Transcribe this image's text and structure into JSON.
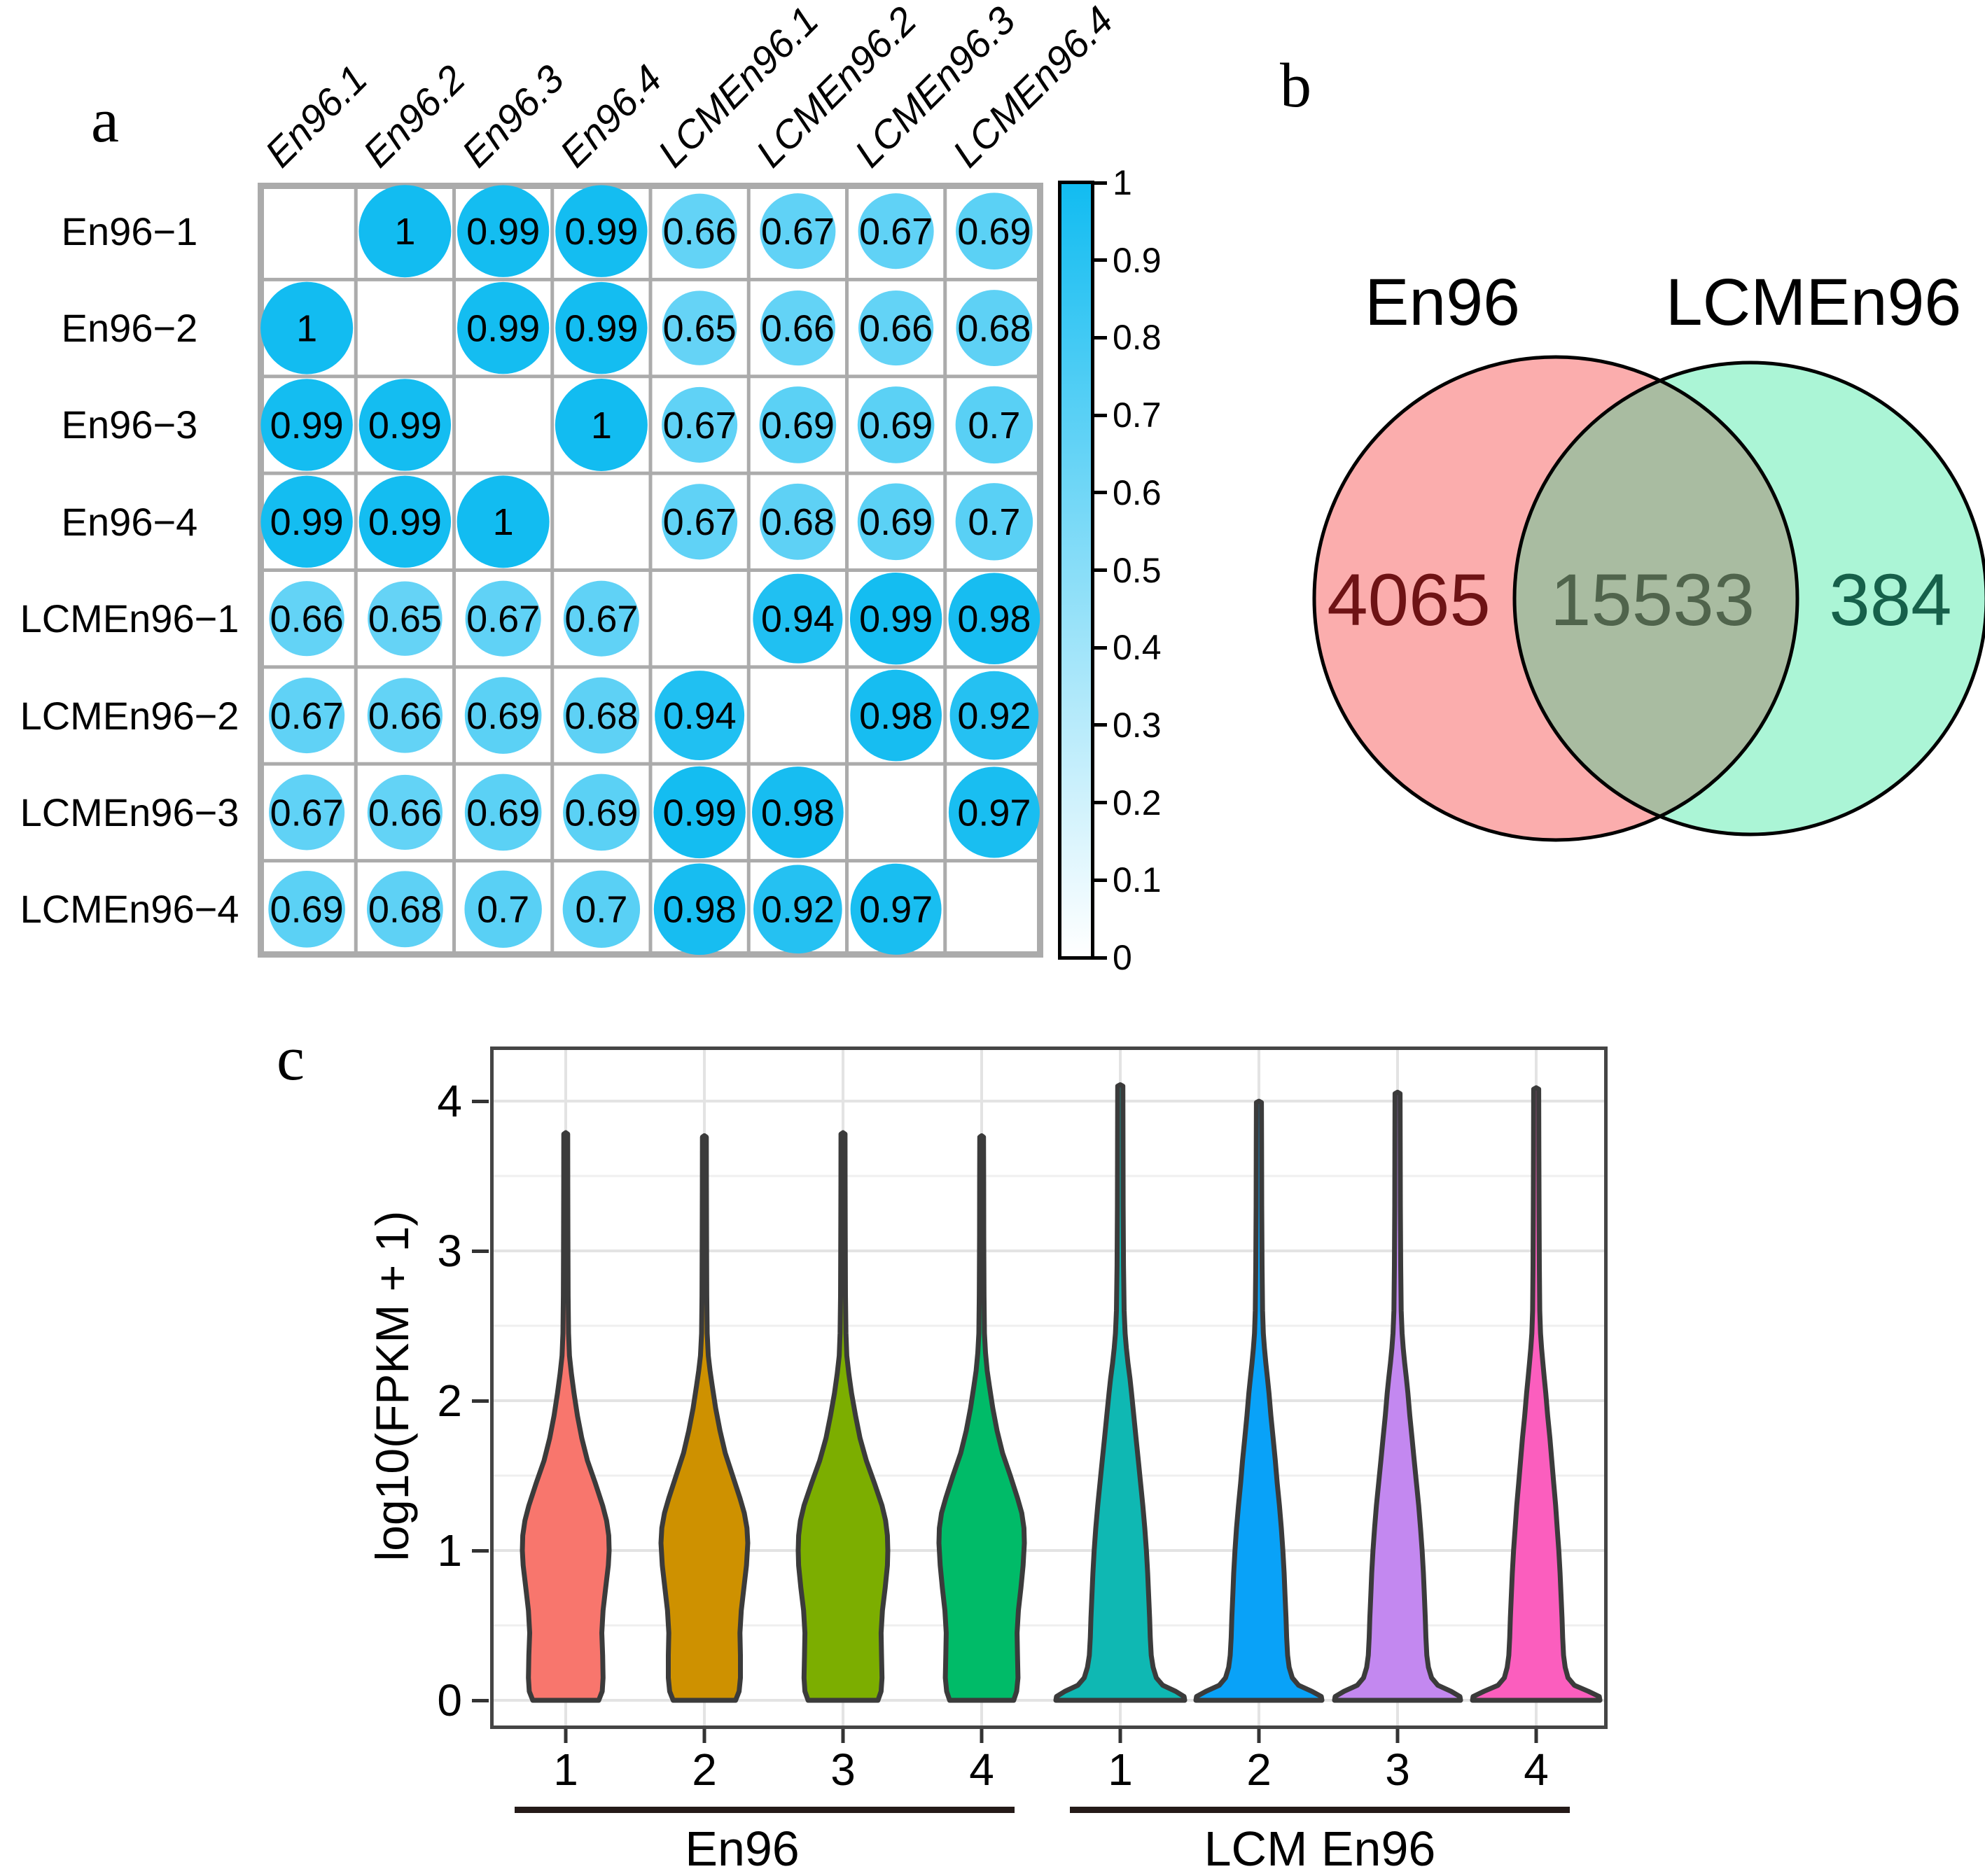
{
  "panel_letters": {
    "a": "a",
    "b": "b",
    "c": "c"
  },
  "chart_data": [
    {
      "type": "heatmap",
      "subtype": "correlation-bubble-matrix",
      "rows": [
        "En96−1",
        "En96−2",
        "En96−3",
        "En96−4",
        "LCMEn96−1",
        "LCMEn96−2",
        "LCMEn96−3",
        "LCMEn96−4"
      ],
      "categories": [
        "En96.1",
        "En96.2",
        "En96.3",
        "En96.4",
        "LCMEn96.1",
        "LCMEn96.2",
        "LCMEn96.3",
        "LCMEn96.4"
      ],
      "matrix": [
        [
          null,
          1,
          0.99,
          0.99,
          0.66,
          0.67,
          0.67,
          0.69
        ],
        [
          1,
          null,
          0.99,
          0.99,
          0.65,
          0.66,
          0.66,
          0.68
        ],
        [
          0.99,
          0.99,
          null,
          1,
          0.67,
          0.69,
          0.69,
          0.7
        ],
        [
          0.99,
          0.99,
          1,
          null,
          0.67,
          0.68,
          0.69,
          0.7
        ],
        [
          0.66,
          0.65,
          0.67,
          0.67,
          null,
          0.94,
          0.99,
          0.98
        ],
        [
          0.67,
          0.66,
          0.69,
          0.68,
          0.94,
          null,
          0.98,
          0.92
        ],
        [
          0.67,
          0.66,
          0.69,
          0.69,
          0.99,
          0.98,
          null,
          0.97
        ],
        [
          0.69,
          0.68,
          0.7,
          0.7,
          0.98,
          0.92,
          0.97,
          null
        ]
      ],
      "colorbar": {
        "ticks": [
          "1",
          "0.9",
          "0.8",
          "0.7",
          "0.6",
          "0.5",
          "0.4",
          "0.3",
          "0.2",
          "0.1",
          "0"
        ],
        "top_color": "#12BCF1",
        "bottom_color": "#FFFFFF"
      },
      "grid_color": "#ABABAB",
      "circle_high_color": "#12BCF1",
      "value_range": [
        0,
        1
      ]
    },
    {
      "type": "venn",
      "sets": [
        {
          "label": "En96",
          "value": "4065",
          "fill": "#FBADAD",
          "value_color": "#6E1315"
        },
        {
          "label": "LCMEn96",
          "value": "384",
          "fill": "#ABF5D6",
          "value_color": "#16604A"
        }
      ],
      "intersection": {
        "value": "15533",
        "fill": "#A9BCA1",
        "value_color": "#50644C"
      },
      "outline_color": "#000000"
    },
    {
      "type": "violin",
      "ylabel": "log10(FPKM + 1)",
      "yticks": [
        0,
        1,
        2,
        3,
        4
      ],
      "ylim": [
        -0.19,
        4.35
      ],
      "grid": true,
      "outline_color": "#3B3B3B",
      "panel_border_color": "#454545",
      "major_grid_color": "#E3E3E3",
      "minor_grid_color": "#EFEFEF",
      "groups": [
        {
          "label": "En96",
          "ticks": [
            "1",
            "2",
            "3",
            "4"
          ]
        },
        {
          "label": "LCM En96",
          "ticks": [
            "1",
            "2",
            "3",
            "4"
          ]
        }
      ],
      "violins": [
        {
          "sample": "En96-1",
          "tick": "1",
          "group": "En96",
          "color": "#F8766D",
          "tip": 3.78,
          "max_halfwidth": 62,
          "profile": [
            [
              0,
              0.76
            ],
            [
              0.06,
              0.84
            ],
            [
              0.15,
              0.86
            ],
            [
              0.3,
              0.85
            ],
            [
              0.45,
              0.83
            ],
            [
              0.6,
              0.86
            ],
            [
              0.75,
              0.92
            ],
            [
              0.9,
              0.98
            ],
            [
              1.0,
              1.0
            ],
            [
              1.1,
              0.99
            ],
            [
              1.2,
              0.94
            ],
            [
              1.3,
              0.85
            ],
            [
              1.45,
              0.68
            ],
            [
              1.6,
              0.5
            ],
            [
              1.75,
              0.37
            ],
            [
              1.9,
              0.27
            ],
            [
              2.05,
              0.19
            ],
            [
              2.18,
              0.13
            ],
            [
              2.3,
              0.085
            ],
            [
              2.45,
              0.065
            ],
            [
              2.7,
              0.055
            ],
            [
              3.1,
              0.05
            ],
            [
              3.45,
              0.047
            ],
            [
              3.78,
              0.045
            ]
          ]
        },
        {
          "sample": "En96-2",
          "tick": "2",
          "group": "En96",
          "color": "#CE9100",
          "tip": 3.76,
          "max_halfwidth": 62,
          "profile": [
            [
              0,
              0.72
            ],
            [
              0.06,
              0.8
            ],
            [
              0.15,
              0.83
            ],
            [
              0.3,
              0.83
            ],
            [
              0.45,
              0.82
            ],
            [
              0.6,
              0.85
            ],
            [
              0.75,
              0.91
            ],
            [
              0.9,
              0.97
            ],
            [
              1.05,
              1.0
            ],
            [
              1.15,
              0.98
            ],
            [
              1.25,
              0.92
            ],
            [
              1.35,
              0.82
            ],
            [
              1.5,
              0.65
            ],
            [
              1.65,
              0.48
            ],
            [
              1.8,
              0.36
            ],
            [
              1.95,
              0.26
            ],
            [
              2.1,
              0.18
            ],
            [
              2.2,
              0.13
            ],
            [
              2.3,
              0.09
            ],
            [
              2.45,
              0.065
            ],
            [
              2.7,
              0.055
            ],
            [
              3.1,
              0.05
            ],
            [
              3.45,
              0.047
            ],
            [
              3.76,
              0.045
            ]
          ]
        },
        {
          "sample": "En96-3",
          "tick": "3",
          "group": "En96",
          "color": "#7CAE00",
          "tip": 3.78,
          "max_halfwidth": 64,
          "profile": [
            [
              0,
              0.78
            ],
            [
              0.06,
              0.85
            ],
            [
              0.15,
              0.87
            ],
            [
              0.3,
              0.86
            ],
            [
              0.45,
              0.85
            ],
            [
              0.6,
              0.88
            ],
            [
              0.75,
              0.94
            ],
            [
              0.9,
              0.99
            ],
            [
              1.0,
              1.0
            ],
            [
              1.1,
              0.99
            ],
            [
              1.2,
              0.95
            ],
            [
              1.3,
              0.87
            ],
            [
              1.45,
              0.7
            ],
            [
              1.6,
              0.52
            ],
            [
              1.75,
              0.38
            ],
            [
              1.9,
              0.28
            ],
            [
              2.05,
              0.19
            ],
            [
              2.18,
              0.13
            ],
            [
              2.3,
              0.085
            ],
            [
              2.45,
              0.065
            ],
            [
              2.7,
              0.055
            ],
            [
              3.1,
              0.05
            ],
            [
              3.45,
              0.047
            ],
            [
              3.78,
              0.045
            ]
          ]
        },
        {
          "sample": "En96-4",
          "tick": "4",
          "group": "En96",
          "color": "#00BB68",
          "tip": 3.76,
          "max_halfwidth": 61,
          "profile": [
            [
              0,
              0.75
            ],
            [
              0.06,
              0.82
            ],
            [
              0.15,
              0.85
            ],
            [
              0.3,
              0.84
            ],
            [
              0.45,
              0.83
            ],
            [
              0.6,
              0.86
            ],
            [
              0.75,
              0.92
            ],
            [
              0.9,
              0.97
            ],
            [
              1.05,
              1.0
            ],
            [
              1.15,
              0.99
            ],
            [
              1.25,
              0.94
            ],
            [
              1.35,
              0.84
            ],
            [
              1.5,
              0.67
            ],
            [
              1.65,
              0.49
            ],
            [
              1.8,
              0.36
            ],
            [
              1.95,
              0.26
            ],
            [
              2.1,
              0.18
            ],
            [
              2.2,
              0.13
            ],
            [
              2.32,
              0.09
            ],
            [
              2.45,
              0.065
            ],
            [
              2.7,
              0.055
            ],
            [
              3.1,
              0.05
            ],
            [
              3.45,
              0.047
            ],
            [
              3.76,
              0.045
            ]
          ]
        },
        {
          "sample": "LCMEn96-1",
          "tick": "1",
          "group": "LCM En96",
          "color": "#0FB8B3",
          "tip": 4.1,
          "max_halfwidth": 92,
          "profile": [
            [
              0,
              1.0
            ],
            [
              0.025,
              0.99
            ],
            [
              0.06,
              0.86
            ],
            [
              0.1,
              0.66
            ],
            [
              0.15,
              0.56
            ],
            [
              0.22,
              0.51
            ],
            [
              0.3,
              0.48
            ],
            [
              0.42,
              0.465
            ],
            [
              0.55,
              0.455
            ],
            [
              0.7,
              0.44
            ],
            [
              0.85,
              0.425
            ],
            [
              1.0,
              0.405
            ],
            [
              1.15,
              0.38
            ],
            [
              1.3,
              0.35
            ],
            [
              1.45,
              0.315
            ],
            [
              1.6,
              0.28
            ],
            [
              1.75,
              0.245
            ],
            [
              1.9,
              0.21
            ],
            [
              2.05,
              0.175
            ],
            [
              2.15,
              0.15
            ],
            [
              2.25,
              0.12
            ],
            [
              2.35,
              0.095
            ],
            [
              2.45,
              0.075
            ],
            [
              2.6,
              0.06
            ],
            [
              2.9,
              0.05
            ],
            [
              3.3,
              0.045
            ],
            [
              3.7,
              0.042
            ],
            [
              4.1,
              0.04
            ]
          ]
        },
        {
          "sample": "LCMEn96-2",
          "tick": "2",
          "group": "LCM En96",
          "color": "#09A2F8",
          "tip": 3.99,
          "max_halfwidth": 90,
          "profile": [
            [
              0,
              1.0
            ],
            [
              0.025,
              0.99
            ],
            [
              0.06,
              0.84
            ],
            [
              0.1,
              0.63
            ],
            [
              0.15,
              0.53
            ],
            [
              0.22,
              0.48
            ],
            [
              0.3,
              0.455
            ],
            [
              0.42,
              0.44
            ],
            [
              0.55,
              0.43
            ],
            [
              0.7,
              0.415
            ],
            [
              0.85,
              0.4
            ],
            [
              1.0,
              0.38
            ],
            [
              1.15,
              0.355
            ],
            [
              1.3,
              0.325
            ],
            [
              1.45,
              0.29
            ],
            [
              1.6,
              0.26
            ],
            [
              1.75,
              0.225
            ],
            [
              1.9,
              0.19
            ],
            [
              2.05,
              0.16
            ],
            [
              2.15,
              0.135
            ],
            [
              2.25,
              0.11
            ],
            [
              2.35,
              0.088
            ],
            [
              2.45,
              0.07
            ],
            [
              2.6,
              0.058
            ],
            [
              2.9,
              0.05
            ],
            [
              3.3,
              0.045
            ],
            [
              3.7,
              0.042
            ],
            [
              3.99,
              0.04
            ]
          ]
        },
        {
          "sample": "LCMEn96-3",
          "tick": "3",
          "group": "LCM En96",
          "color": "#C388F0",
          "tip": 4.05,
          "max_halfwidth": 90,
          "profile": [
            [
              0,
              1.0
            ],
            [
              0.025,
              0.99
            ],
            [
              0.06,
              0.85
            ],
            [
              0.1,
              0.64
            ],
            [
              0.15,
              0.54
            ],
            [
              0.22,
              0.49
            ],
            [
              0.3,
              0.465
            ],
            [
              0.42,
              0.45
            ],
            [
              0.55,
              0.44
            ],
            [
              0.7,
              0.425
            ],
            [
              0.85,
              0.41
            ],
            [
              1.0,
              0.39
            ],
            [
              1.15,
              0.365
            ],
            [
              1.3,
              0.335
            ],
            [
              1.45,
              0.3
            ],
            [
              1.6,
              0.265
            ],
            [
              1.75,
              0.23
            ],
            [
              1.9,
              0.195
            ],
            [
              2.05,
              0.165
            ],
            [
              2.15,
              0.14
            ],
            [
              2.25,
              0.113
            ],
            [
              2.35,
              0.09
            ],
            [
              2.45,
              0.072
            ],
            [
              2.6,
              0.058
            ],
            [
              2.9,
              0.05
            ],
            [
              3.3,
              0.045
            ],
            [
              3.7,
              0.042
            ],
            [
              4.05,
              0.04
            ]
          ]
        },
        {
          "sample": "LCMEn96-4",
          "tick": "4",
          "group": "LCM En96",
          "color": "#FB5EBE",
          "tip": 4.08,
          "max_halfwidth": 91,
          "profile": [
            [
              0,
              1.0
            ],
            [
              0.025,
              0.99
            ],
            [
              0.06,
              0.82
            ],
            [
              0.1,
              0.6
            ],
            [
              0.15,
              0.5
            ],
            [
              0.22,
              0.455
            ],
            [
              0.3,
              0.43
            ],
            [
              0.42,
              0.415
            ],
            [
              0.55,
              0.405
            ],
            [
              0.7,
              0.39
            ],
            [
              0.85,
              0.375
            ],
            [
              1.0,
              0.355
            ],
            [
              1.15,
              0.33
            ],
            [
              1.3,
              0.305
            ],
            [
              1.45,
              0.275
            ],
            [
              1.6,
              0.245
            ],
            [
              1.75,
              0.215
            ],
            [
              1.9,
              0.18
            ],
            [
              2.05,
              0.15
            ],
            [
              2.15,
              0.128
            ],
            [
              2.25,
              0.105
            ],
            [
              2.35,
              0.085
            ],
            [
              2.45,
              0.068
            ],
            [
              2.6,
              0.056
            ],
            [
              2.9,
              0.05
            ],
            [
              3.3,
              0.045
            ],
            [
              3.7,
              0.042
            ],
            [
              4.08,
              0.04
            ]
          ]
        }
      ]
    }
  ]
}
